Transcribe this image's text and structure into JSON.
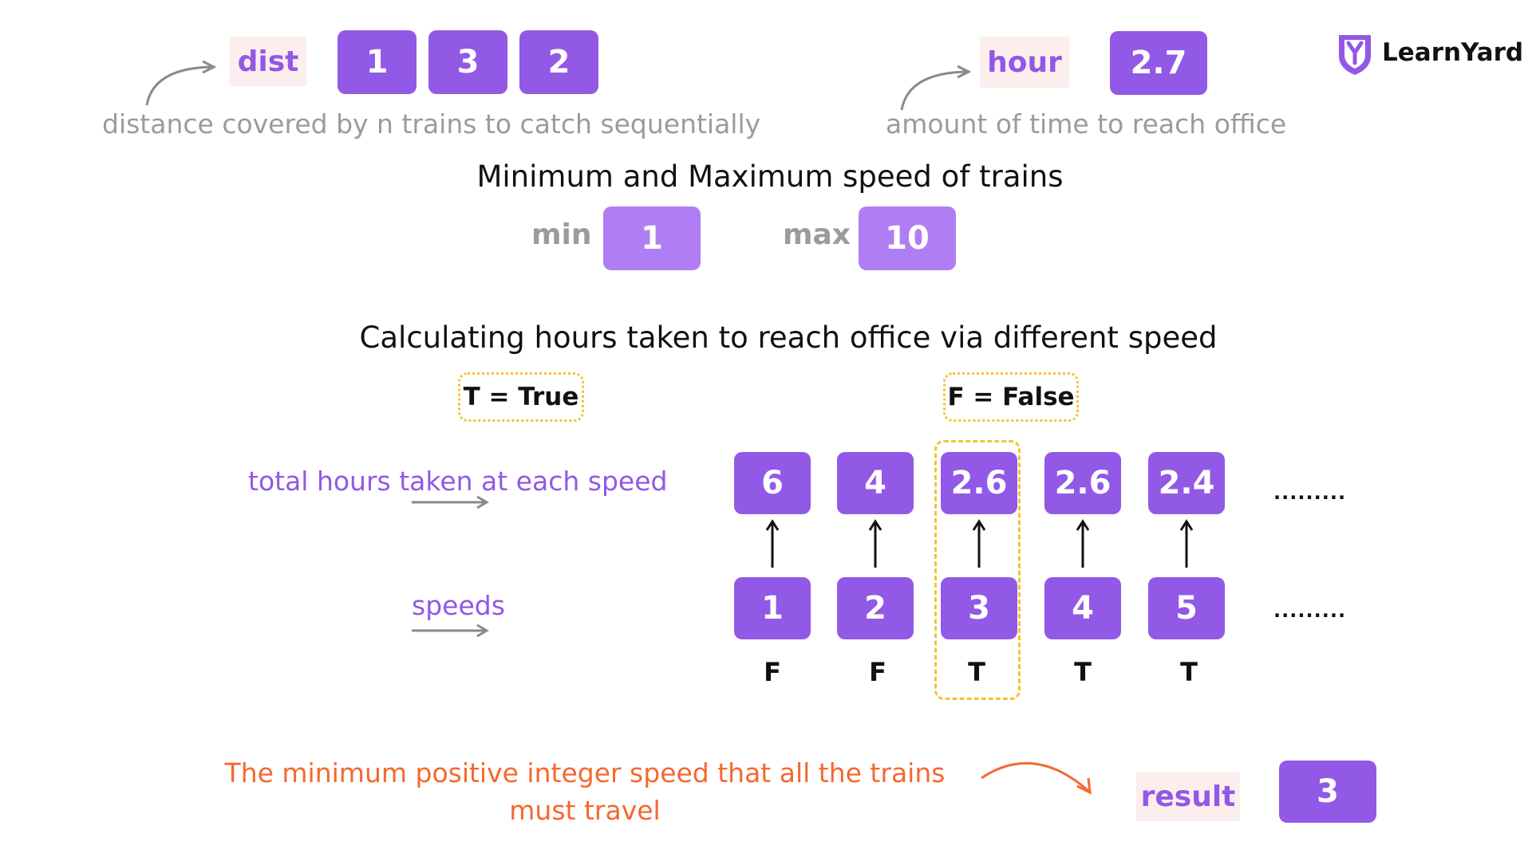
{
  "brand": {
    "name": "LearnYard",
    "accent": "#9258e6",
    "accent_light": "#b07ef4",
    "tag_bg": "#fdeeee",
    "highlight": "#f4c430",
    "note_color": "#f5682f",
    "logo_icon": "shield-y-icon"
  },
  "inputs": {
    "dist": {
      "label": "dist",
      "values": [
        "1",
        "3",
        "2"
      ],
      "caption": "distance covered by n trains to catch sequentially"
    },
    "hour": {
      "label": "hour",
      "value": "2.7",
      "caption": "amount of time to reach office"
    }
  },
  "speed_range": {
    "title": "Minimum and Maximum speed of trains",
    "min_label": "min",
    "min_value": "1",
    "max_label": "max",
    "max_value": "10"
  },
  "calculation": {
    "title": "Calculating hours taken to reach office via different speed",
    "legend_true": "T = True",
    "legend_false": "F = False",
    "hours_label": "total hours taken at each speed",
    "speeds_label": "speeds",
    "columns": [
      {
        "hours": "6",
        "speed": "1",
        "flag": "F"
      },
      {
        "hours": "4",
        "speed": "2",
        "flag": "F"
      },
      {
        "hours": "2.6",
        "speed": "3",
        "flag": "T"
      },
      {
        "hours": "2.6",
        "speed": "4",
        "flag": "T"
      },
      {
        "hours": "2.4",
        "speed": "5",
        "flag": "T"
      }
    ],
    "highlighted_column": 2,
    "ellipsis": "........."
  },
  "result": {
    "note": "The minimum positive integer speed that all the trains must travel",
    "label": "result",
    "value": "3"
  }
}
